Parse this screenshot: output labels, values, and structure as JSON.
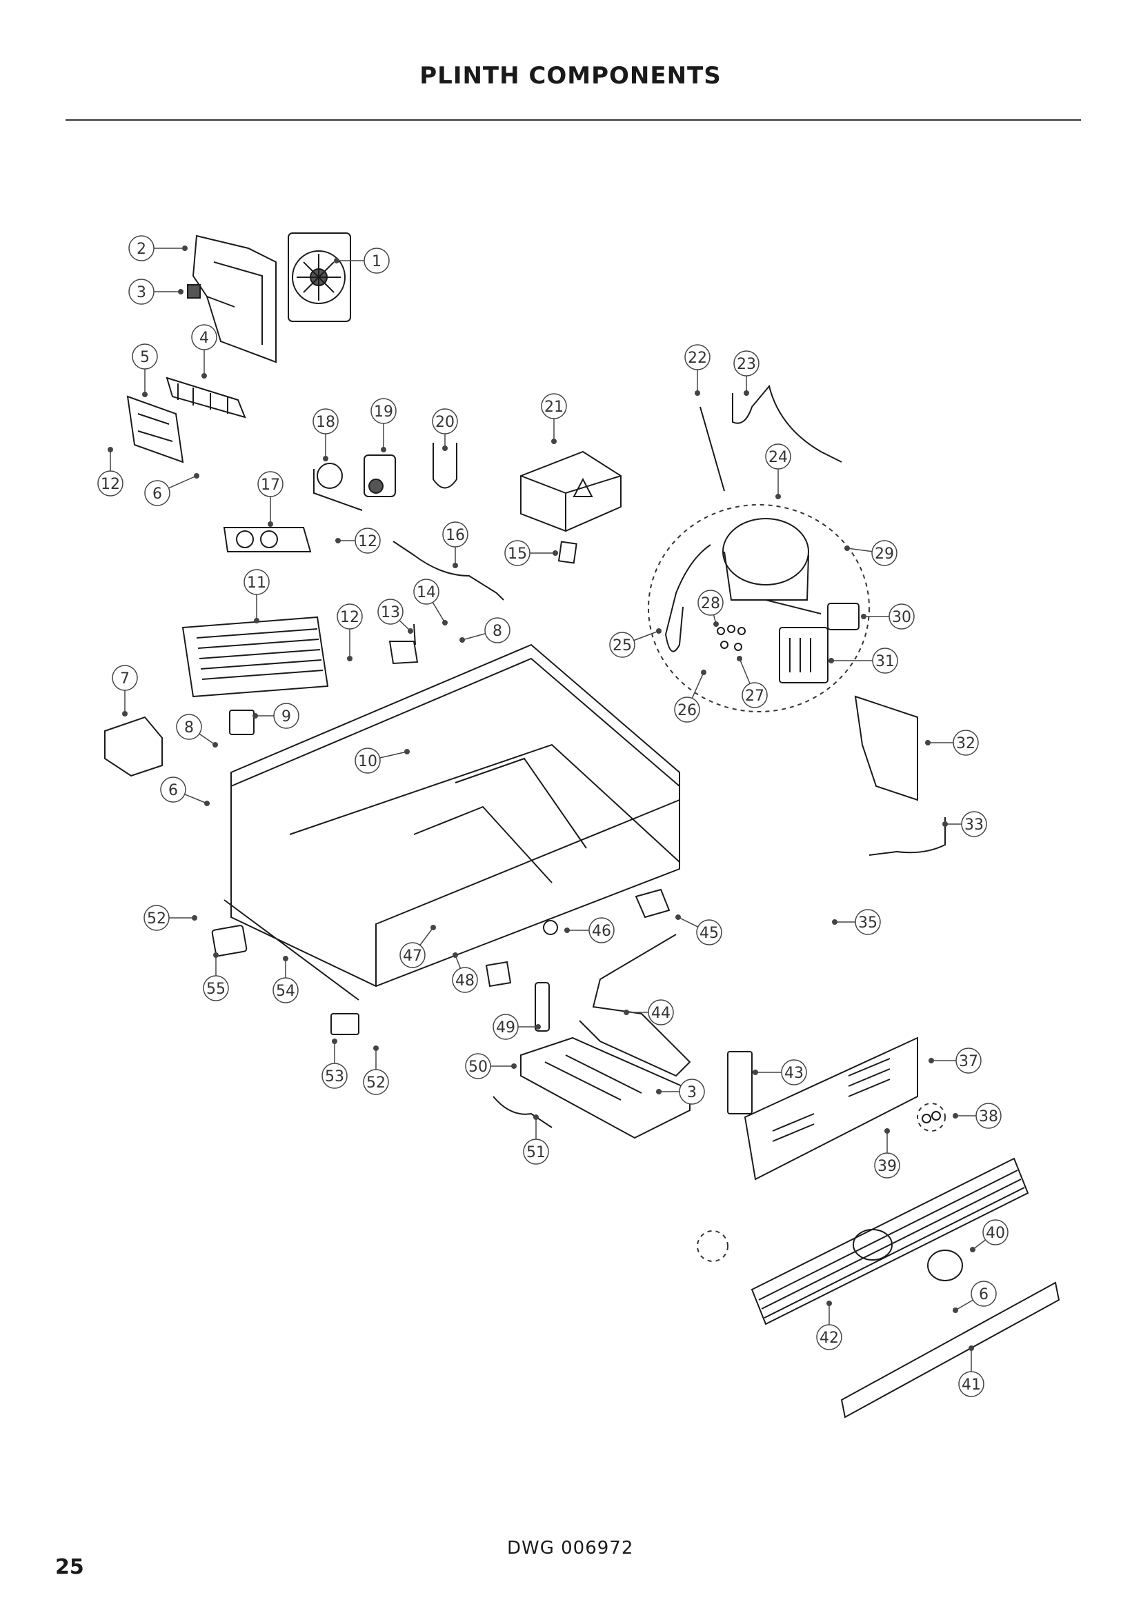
{
  "page": {
    "title": "PLINTH COMPONENTS",
    "page_number": "25",
    "drawing_number": "DWG 006972"
  },
  "callouts": [
    {
      "label": "1"
    },
    {
      "label": "2"
    },
    {
      "label": "3"
    },
    {
      "label": "4"
    },
    {
      "label": "5"
    },
    {
      "label": "12"
    },
    {
      "label": "6"
    },
    {
      "label": "18"
    },
    {
      "label": "19"
    },
    {
      "label": "20"
    },
    {
      "label": "21"
    },
    {
      "label": "22"
    },
    {
      "label": "23"
    },
    {
      "label": "24"
    },
    {
      "label": "17"
    },
    {
      "label": "12"
    },
    {
      "label": "16"
    },
    {
      "label": "15"
    },
    {
      "label": "29"
    },
    {
      "label": "11"
    },
    {
      "label": "14"
    },
    {
      "label": "13"
    },
    {
      "label": "12"
    },
    {
      "label": "8"
    },
    {
      "label": "28"
    },
    {
      "label": "25"
    },
    {
      "label": "30"
    },
    {
      "label": "31"
    },
    {
      "label": "26"
    },
    {
      "label": "27"
    },
    {
      "label": "7"
    },
    {
      "label": "9"
    },
    {
      "label": "8"
    },
    {
      "label": "10"
    },
    {
      "label": "32"
    },
    {
      "label": "6"
    },
    {
      "label": "33"
    },
    {
      "label": "52"
    },
    {
      "label": "35"
    },
    {
      "label": "46"
    },
    {
      "label": "45"
    },
    {
      "label": "47"
    },
    {
      "label": "48"
    },
    {
      "label": "55"
    },
    {
      "label": "54"
    },
    {
      "label": "44"
    },
    {
      "label": "49"
    },
    {
      "label": "37"
    },
    {
      "label": "50"
    },
    {
      "label": "43"
    },
    {
      "label": "53"
    },
    {
      "label": "52"
    },
    {
      "label": "3"
    },
    {
      "label": "38"
    },
    {
      "label": "51"
    },
    {
      "label": "39"
    },
    {
      "label": "40"
    },
    {
      "label": "6"
    },
    {
      "label": "42"
    },
    {
      "label": "41"
    }
  ]
}
